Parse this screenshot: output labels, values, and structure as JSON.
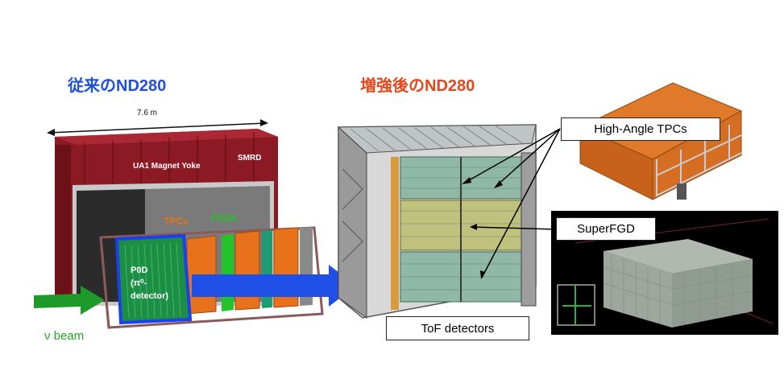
{
  "titles": {
    "before": "従来のND280",
    "after": "増強後のND280"
  },
  "old_nd280": {
    "dimension": "7.6 m",
    "magnet": "UA1 Magnet Yoke",
    "smrd": "SMRD",
    "tpcs": "TPCs",
    "fgds": "FGDs",
    "p0d_line1": "P0D",
    "p0d_line2": "(π⁰-",
    "p0d_line3": "detector)",
    "beam": "ν beam"
  },
  "upgrade_labels": {
    "high_angle_tpcs": "High-Angle TPCs",
    "superfgd": "SuperFGD",
    "tof": "ToF detectors"
  },
  "colors": {
    "before_title": "#1f4fe0",
    "after_title": "#e8461b",
    "yoke": "#8b1a24",
    "tpc": "#e8721c",
    "fgd": "#22c42a",
    "p0d": "#1d8f45",
    "p0d_border": "#1c3ff0",
    "beam_arrow": "#1d9a2a",
    "transition_arrow": "#1f4fe6",
    "label_green": "#1da826"
  }
}
